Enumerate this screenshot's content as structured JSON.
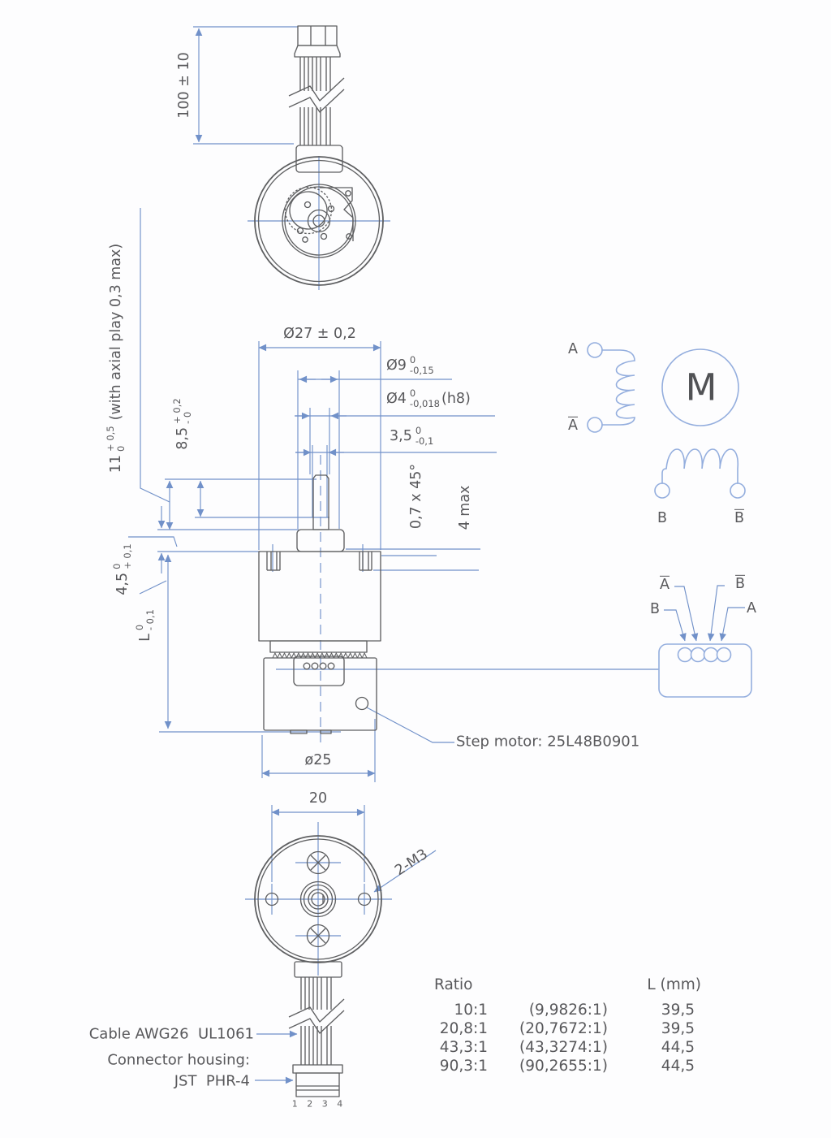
{
  "colors": {
    "part_line_gray": "#5e5f61",
    "dimension_blue": "#7191c9",
    "schematic_blue": "#94aede",
    "text_gray": "#58585b"
  },
  "dims": {
    "cable_length": "100 ± 10",
    "shaft_total": {
      "v": "11",
      "sup": "+ 0,5",
      "sub": "0",
      "note": "(with axial play 0,3 max)"
    },
    "upper_shaft": {
      "v": "8,5",
      "sup": "+ 0,2",
      "sub": "- 0"
    },
    "boss_height": {
      "v": "4,5",
      "sup": "0",
      "sub": "+ 0,1"
    },
    "body_length": {
      "v": "L",
      "sup": "0",
      "sub": "- 0,1"
    },
    "gearbox_dia": "Ø27 ± 0,2",
    "bearing_dia": {
      "v": "Ø9",
      "sup": "0",
      "sub": "-0,15"
    },
    "shaft_dia": {
      "v": "Ø4",
      "sup": "0",
      "sub": "-0,018",
      "suffix": "(h8)"
    },
    "flat_width": {
      "v": "3,5",
      "sup": "0",
      "sub": "-0,1"
    },
    "chamfer": "0,7 x 45°",
    "flat_length": "4 max",
    "motor_dia": "ø25",
    "hole_spacing": "20",
    "thread": "2-M3"
  },
  "schematic": {
    "a": "A",
    "a_bar": "A",
    "m": "M",
    "b": "B",
    "b_bar": "B"
  },
  "pinout": {
    "b": "B",
    "a_bar": "A",
    "b_bar": "B",
    "a": "A"
  },
  "labels": {
    "step_motor": "Step motor: 25L48B0901",
    "cable": "Cable AWG26  UL1061",
    "housing1": "Connector housing:",
    "housing2": "JST  PHR-4",
    "pins": "1 2 3 4"
  },
  "table": {
    "header_ratio": "Ratio",
    "header_length": "L (mm)",
    "rows": [
      {
        "ratio": "10:1",
        "exact": "(9,9826:1)",
        "l": "39,5"
      },
      {
        "ratio": "20,8:1",
        "exact": "(20,7672:1)",
        "l": "39,5"
      },
      {
        "ratio": "43,3:1",
        "exact": "(43,3274:1)",
        "l": "44,5"
      },
      {
        "ratio": "90,3:1",
        "exact": "(90,2655:1)",
        "l": "44,5"
      }
    ]
  }
}
